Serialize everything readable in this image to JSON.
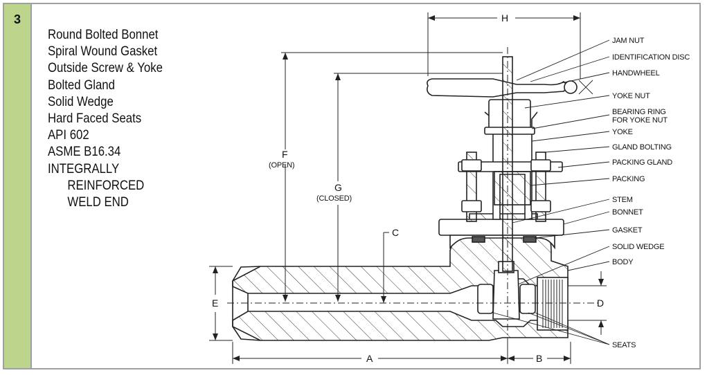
{
  "item_number": "3",
  "features": [
    {
      "text": "Round Bolted Bonnet",
      "indent": false
    },
    {
      "text": "Spiral Wound Gasket",
      "indent": false
    },
    {
      "text": "Outside Screw & Yoke",
      "indent": false
    },
    {
      "text": "Bolted Gland",
      "indent": false
    },
    {
      "text": "Solid Wedge",
      "indent": false
    },
    {
      "text": "Hard Faced Seats",
      "indent": false
    },
    {
      "text": "API 602",
      "indent": false
    },
    {
      "text": "ASME B16.34",
      "indent": false
    },
    {
      "text": "INTEGRALLY",
      "indent": false
    },
    {
      "text": "REINFORCED",
      "indent": true
    },
    {
      "text": "WELD END",
      "indent": true
    }
  ],
  "dimensions": {
    "H": "H",
    "F": "F",
    "F_note": "(OPEN)",
    "G": "G",
    "G_note": "(CLOSED)",
    "C": "C",
    "E": "E",
    "D": "D",
    "A": "A",
    "B": "B"
  },
  "callouts": {
    "jam_nut": "JAM NUT",
    "identification_disc": "IDENTIFICATION DISC",
    "handwheel": "HANDWHEEL",
    "yoke_nut": "YOKE NUT",
    "bearing_ring_1": "BEARING RING",
    "bearing_ring_2": "FOR YOKE NUT",
    "yoke": "YOKE",
    "gland_bolting": "GLAND BOLTING",
    "packing_gland": "PACKING GLAND",
    "packing": "PACKING",
    "stem": "STEM",
    "bonnet": "BONNET",
    "gasket": "GASKET",
    "solid_wedge": "SOLID WEDGE",
    "body": "BODY",
    "seats": "SEATS"
  },
  "colors": {
    "accent_bar": "#bcd48c",
    "border": "#9aa0a3",
    "line": "#222222"
  }
}
